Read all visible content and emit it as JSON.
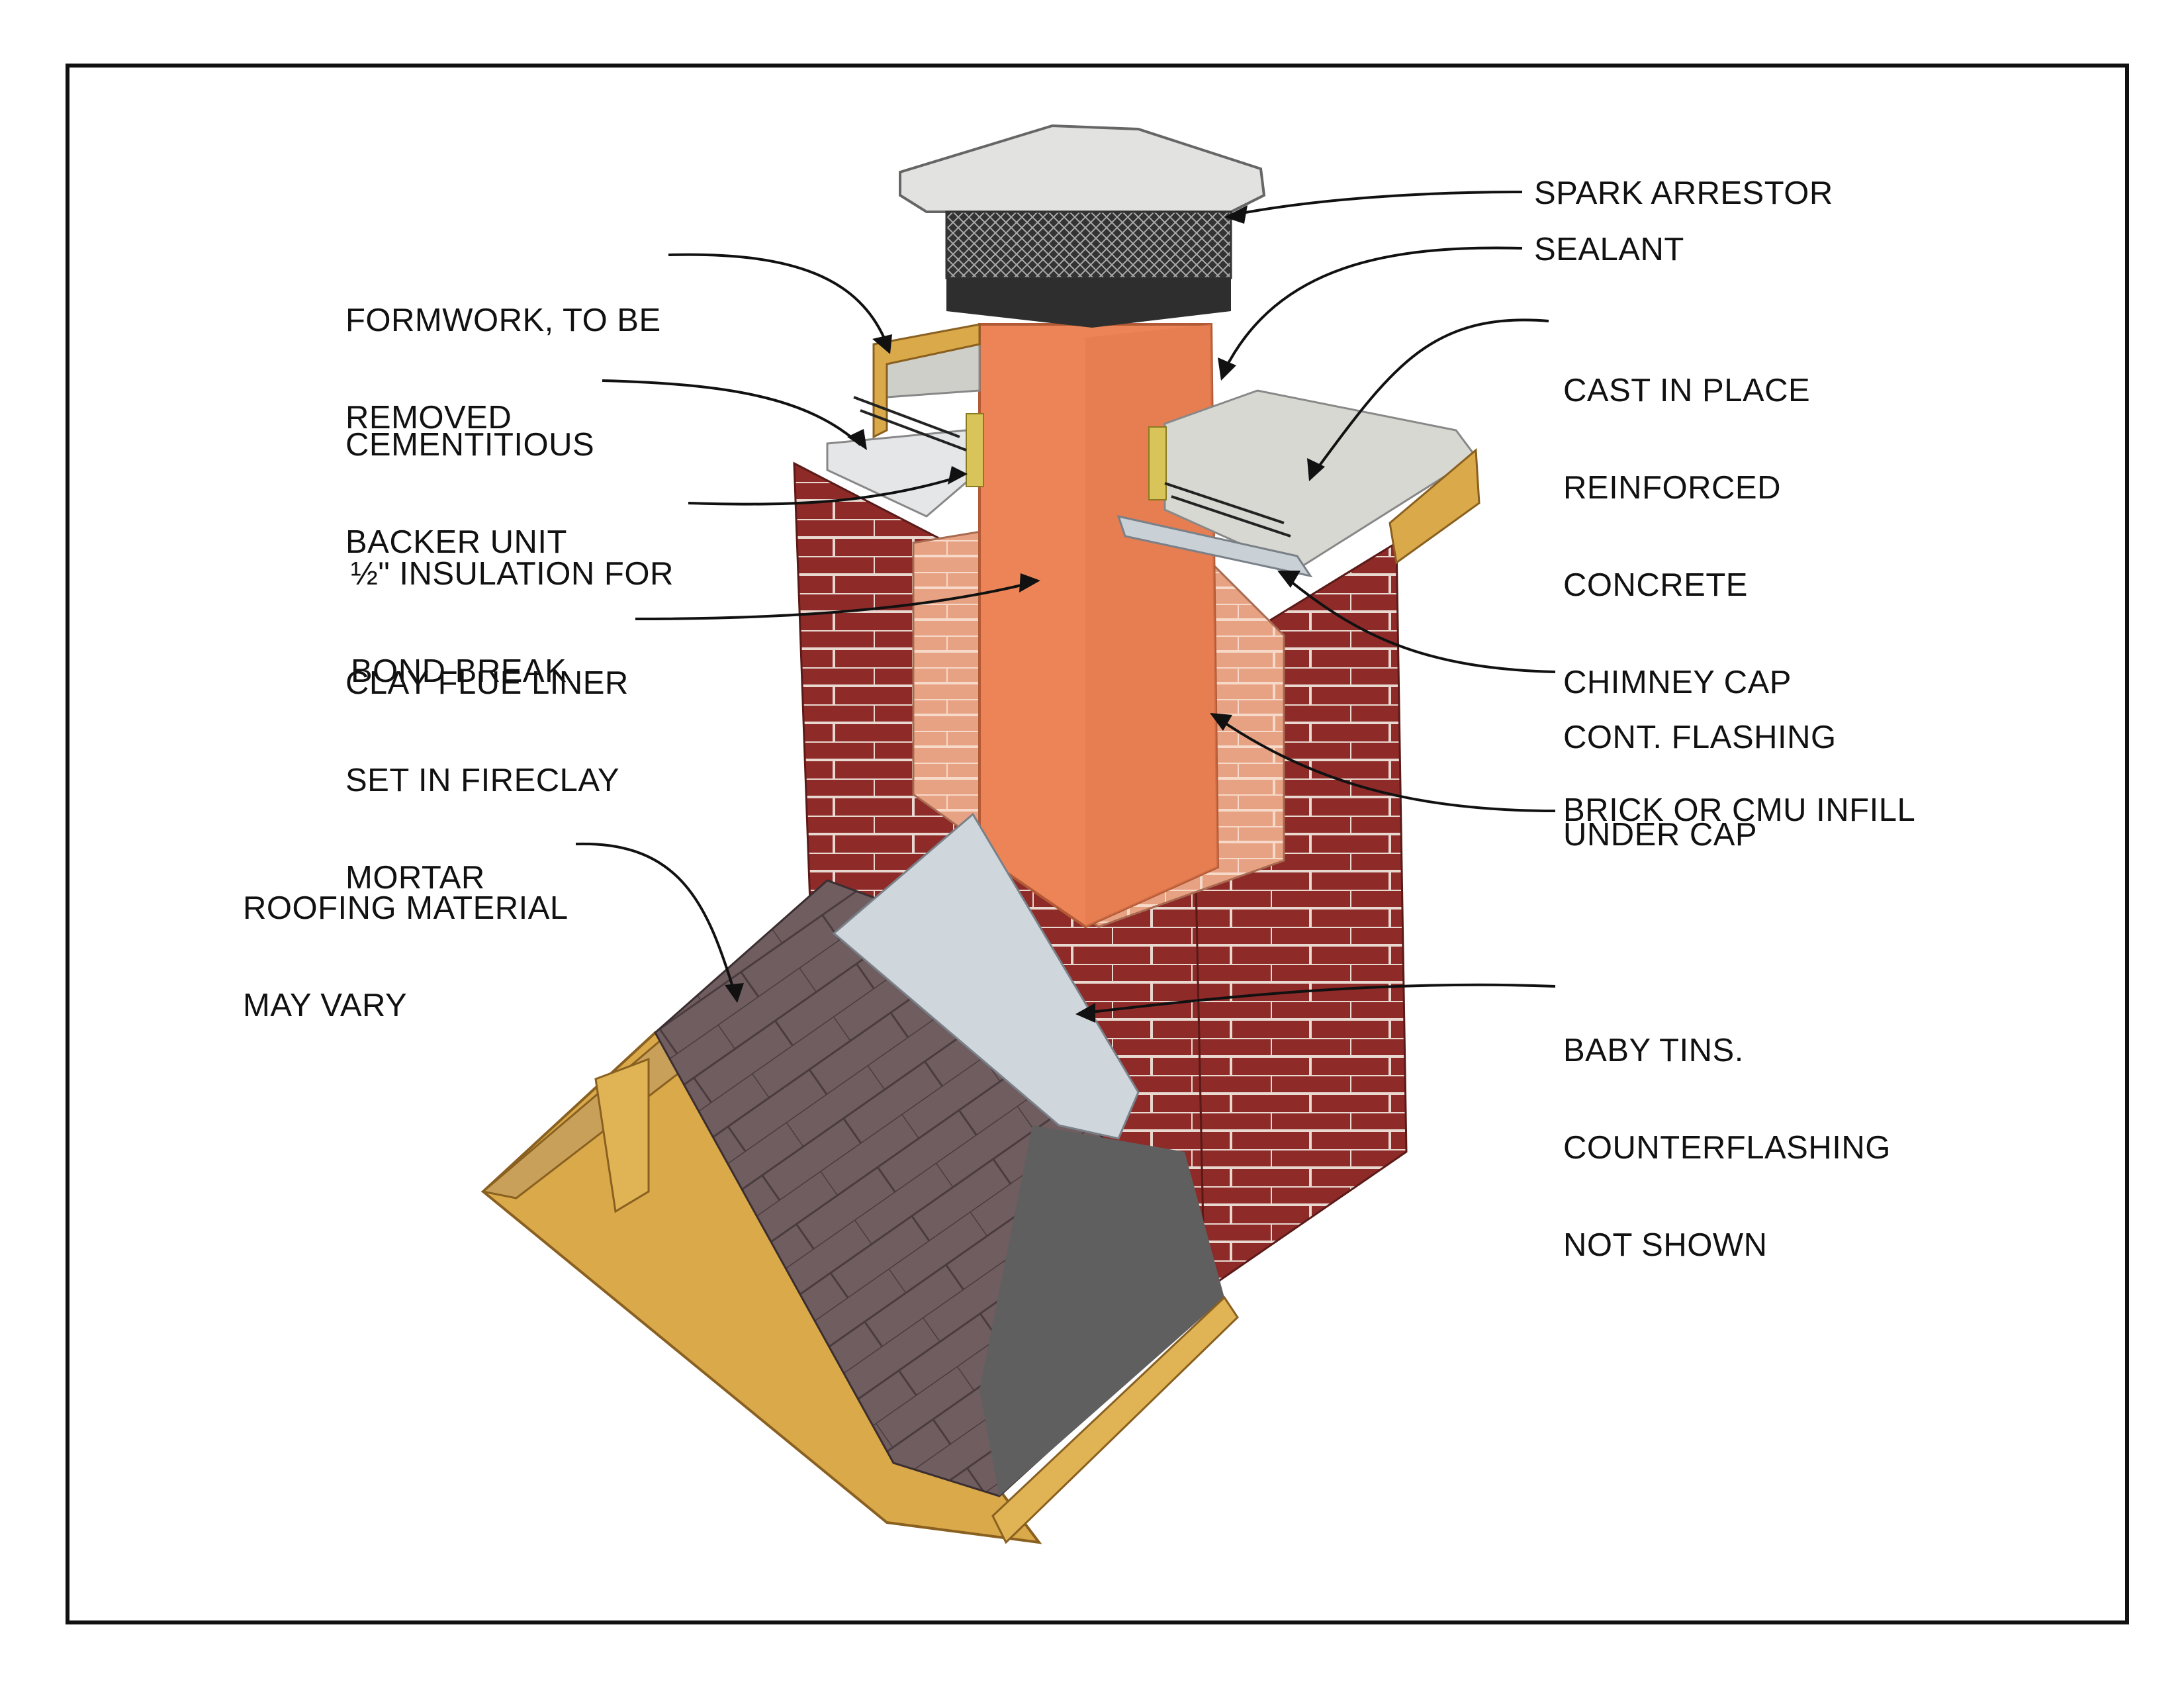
{
  "labels": {
    "spark_arrestor": "SPARK ARRESTOR",
    "sealant": "SEALANT",
    "cast_in_place": [
      "CAST IN PLACE",
      "REINFORCED",
      "CONCRETE",
      "CHIMNEY CAP"
    ],
    "formwork": [
      "FORMWORK, TO BE",
      "REMOVED"
    ],
    "cementitious": [
      "CEMENTITIOUS",
      "BACKER UNIT"
    ],
    "insulation": [
      "½\" INSULATION FOR",
      "BOND BREAK"
    ],
    "clay_flue": [
      "CLAY FLUE LINER",
      "SET IN FIRECLAY",
      "MORTAR"
    ],
    "cont_flashing": [
      "CONT. FLASHING",
      "UNDER CAP"
    ],
    "brick_infill": "BRICK OR CMU INFILL",
    "roofing": [
      "ROOFING MATERIAL",
      "MAY VARY"
    ],
    "baby_tins": [
      "BABY TINS.",
      "COUNTERFLASHING",
      "NOT SHOWN"
    ]
  },
  "colors": {
    "brick": "#8e2a28",
    "brick_light": "#e29a7a",
    "flue": "#ec8457",
    "wood": "#d9a94a",
    "concrete": "#d8d8d2",
    "shingle": "#6e5c5e",
    "felt": "#5f5f5f",
    "metal": "#c9d0d6"
  }
}
